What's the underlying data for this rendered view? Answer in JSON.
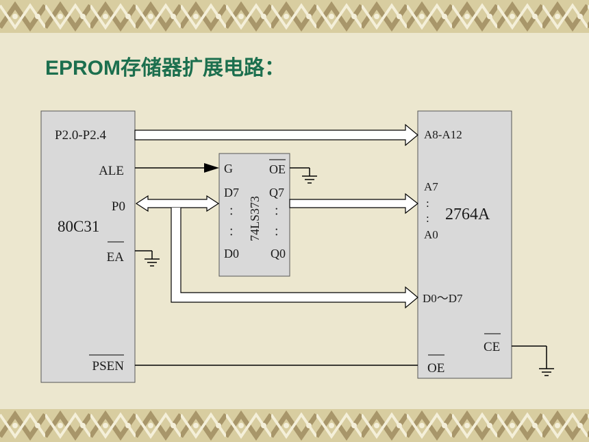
{
  "title": "EPROM存储器扩展电路：",
  "colors": {
    "accent_title": "#1c6f4e",
    "background": "#ece7cf",
    "block_fill": "#d9d9d9",
    "border_gold": "#c9b97f"
  },
  "diagram": {
    "cpu": {
      "name": "80C31",
      "pin_p2": "P2.0-P2.4",
      "pin_ale": "ALE",
      "pin_p0": "P0",
      "pin_ea": "EA",
      "pin_psen": "PSEN"
    },
    "latch": {
      "name": "74LS373",
      "pin_g": "G",
      "pin_oe": "OE",
      "pin_d7": "D7",
      "pin_d0": "D0",
      "pin_q7": "Q7",
      "pin_q0": "Q0",
      "dots": "："
    },
    "eprom": {
      "name": "2764A",
      "pin_a8_a12": "A8-A12",
      "pin_a7": "A7",
      "pin_a0": "A0",
      "pin_d0_d7": "D0～D7",
      "pin_ce": "CE",
      "pin_oe": "OE",
      "dots": ":"
    },
    "icons": {
      "ground": "ground-icon",
      "bus_arrow": "bus-arrow-icon",
      "signal_arrow": "signal-arrow-icon"
    }
  }
}
